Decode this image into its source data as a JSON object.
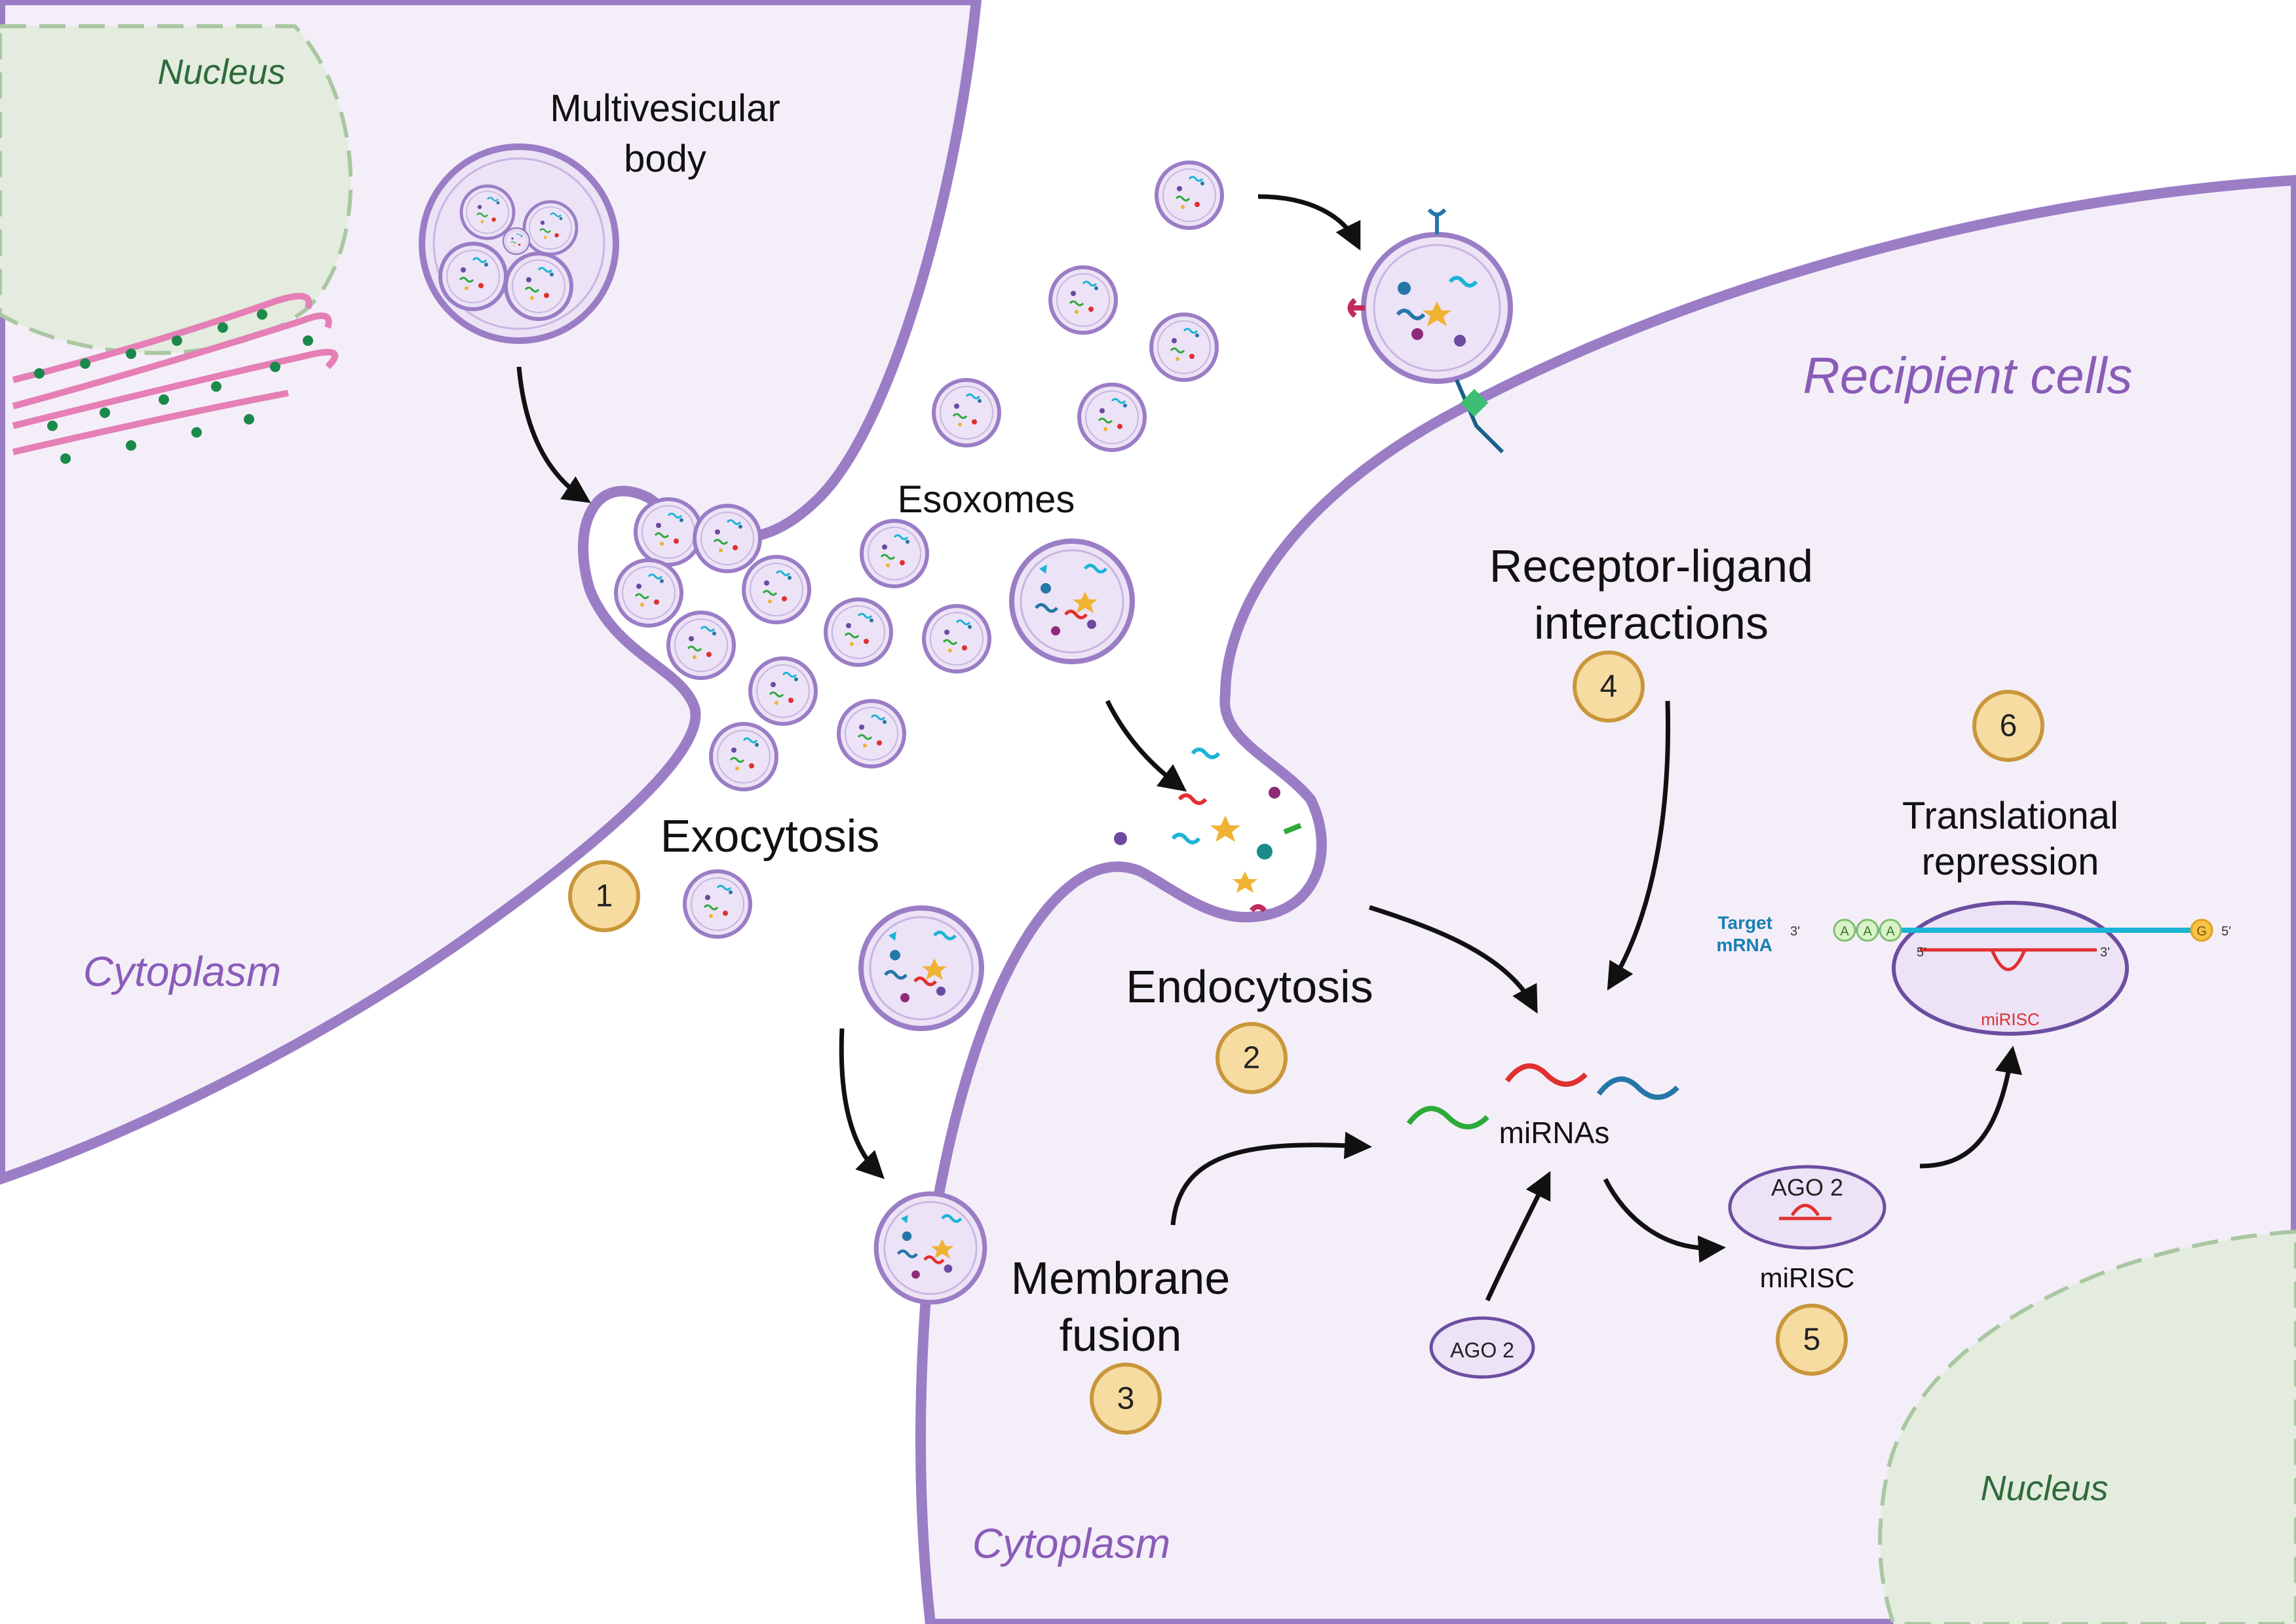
{
  "labels": {
    "nucleus_top": "Nucleus",
    "multivesicular_body_line1": "Multivesicular",
    "multivesicular_body_line2": "body",
    "esoxomes": "Esoxomes",
    "recipient_cells": "Recipient cells",
    "receptor_line1": "Receptor-ligand",
    "receptor_line2": "interactions",
    "exocytosis": "Exocytosis",
    "endocytosis": "Endocytosis",
    "cytoplasm_left": "Cytoplasm",
    "cytoplasm_bottom": "Cytoplasm",
    "membrane_line1": "Membrane",
    "membrane_line2": "fusion",
    "mirnas": "miRNAs",
    "ago2_free": "AGO 2",
    "ago2_complex": "AGO 2",
    "mirisc": "miRISC",
    "mirisc_inner": "miRISC",
    "translational_line1": "Translational",
    "translational_line2": "repression",
    "target_line1": "Target",
    "target_line2": "mRNA",
    "three_prime": "3'",
    "five_prime": "5'",
    "poly_a": "A",
    "cap_g": "G",
    "nucleus_bottom": "Nucleus"
  },
  "steps": [
    "1",
    "2",
    "3",
    "4",
    "5",
    "6"
  ],
  "colors": {
    "cell_fill": "#f4eef9",
    "membrane": "#9b7dc6",
    "nucleus_fill": "#e3ecdf",
    "nucleus_border": "#a9c7a1",
    "step_fill": "#f7dca2",
    "step_border": "#c9973b",
    "er": "#e57fb6",
    "mirna_green": "#2eaa3a",
    "mirna_red": "#e0302f",
    "mirna_blue": "#2577a8",
    "mrna": "#1bb4d6"
  }
}
